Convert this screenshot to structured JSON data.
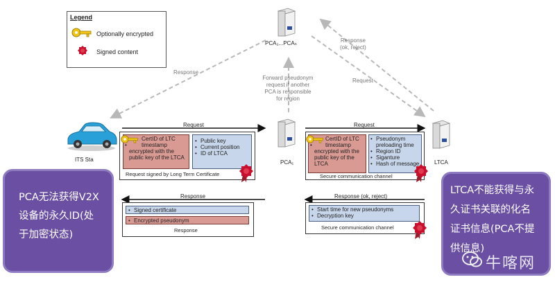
{
  "legend": {
    "title": "Legend",
    "items": [
      {
        "label": "Optionally encrypted",
        "icon": "key-icon"
      },
      {
        "label": "Signed content",
        "icon": "seal-icon"
      }
    ]
  },
  "nodes": {
    "pca_group": "PCA₂...PCAₙ",
    "pca1": "PCA₁",
    "ltca": "LTCA",
    "its_station": "ITS Sta"
  },
  "labels": {
    "response_top_left": "Response",
    "forward_note": [
      "Forward pseudonym",
      "request if another",
      "PCA is responsible",
      "for region"
    ],
    "response_top_right": [
      "Response",
      "(ok, reject)"
    ],
    "request_top_right": "Request",
    "request_left": "Request",
    "request_right": "Request",
    "response_left": "Response",
    "response_right": "Response (ok, reject)"
  },
  "panels": {
    "req_ltc": {
      "red_items": [
        "CertID of LTC",
        "timestamp"
      ],
      "red_note": [
        "encrypted with the",
        "public key of the LTCA"
      ],
      "blue_items": [
        "Public key",
        "Current position",
        "ID of LTCA"
      ],
      "caption": "Request signed by Long Term Certificate"
    },
    "req_secure": {
      "red_items": [
        "CertID of LTC",
        "timestamp"
      ],
      "red_note": [
        "encrypted with the",
        "public key of the",
        "LTCA"
      ],
      "blue_items": [
        "Pseudonym preloading time",
        "Region ID",
        "Siganture",
        "Hash of message"
      ],
      "caption": "Secure communication channel"
    },
    "resp_left": {
      "blue_item": "Signed certificate",
      "red_item": "Encrypted pseudonym",
      "caption": "Response"
    },
    "resp_right": {
      "blue_items": [
        "Start time for new pseudonyms",
        "Decryption key"
      ],
      "caption": "Secure communication channel"
    }
  },
  "callouts": {
    "left": [
      "PCA无法获得V2X",
      "设备的永久ID(处",
      "于加密状态)"
    ],
    "right": [
      "LTCA不能获得与永",
      "久证书关联的化名",
      "证书信息(PCA不提",
      "供信息)"
    ]
  },
  "watermark": "牛喀网",
  "colors": {
    "callout_bg": "#6a4fa3",
    "encrypted_fill": "#d99a94",
    "plain_fill": "#c7d6ea",
    "seal_red": "#c8102e",
    "dashed_arrow": "#b8b8b8"
  }
}
